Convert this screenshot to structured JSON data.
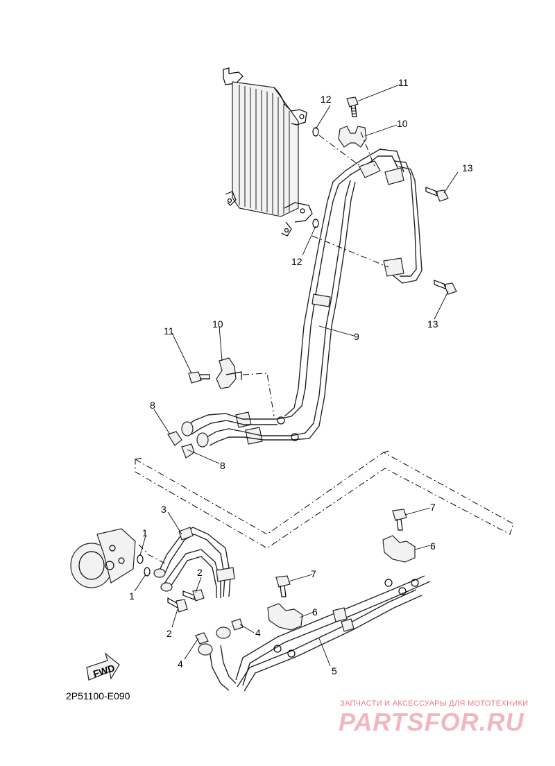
{
  "diagram": {
    "code": "2P51100-E090",
    "fwd_label": "FWD",
    "callouts": [
      "1",
      "1",
      "2",
      "2",
      "3",
      "4",
      "4",
      "5",
      "6",
      "6",
      "7",
      "7",
      "8",
      "8",
      "9",
      "10",
      "10",
      "11",
      "11",
      "12",
      "12",
      "13",
      "13"
    ]
  },
  "watermark": {
    "tagline": "ЗАПЧАСТИ И АКСЕССУАРЫ ДЛЯ МОТОТЕХНИКИ",
    "logo": "PARTSFOR.RU",
    "color": "#e87a84"
  }
}
